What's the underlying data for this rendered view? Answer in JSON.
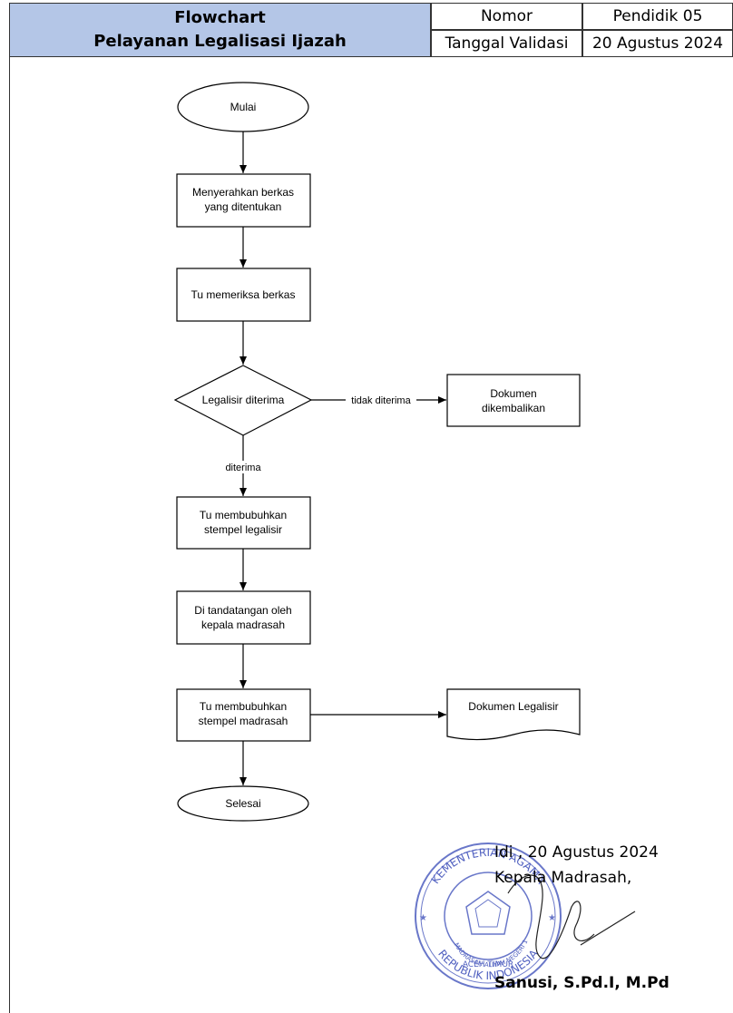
{
  "header": {
    "title_line1": "Flowchart",
    "title_line2": "Pelayanan Legalisasi Ijazah",
    "nomor_label": "Nomor",
    "nomor_value": "Pendidik 05",
    "tanggal_label": "Tanggal Validasi",
    "tanggal_value": "20 Agustus 2024"
  },
  "flowchart": {
    "start": "Mulai",
    "step1": [
      "Menyerahkan berkas",
      "yang ditentukan"
    ],
    "step2": "Tu memeriksa berkas",
    "decision": "Legalisir diterima",
    "edge_no": "tidak diterima",
    "reject": [
      "Dokumen",
      "dikembalikan"
    ],
    "edge_yes": "diterima",
    "step3": [
      "Tu membubuhkan",
      "stempel legalisir"
    ],
    "step4": [
      "Di tandatangan oleh",
      "kepala madrasah"
    ],
    "step5": [
      "Tu membubuhkan",
      "stempel madrasah"
    ],
    "output": "Dokumen Legalisir",
    "end": "Selesai"
  },
  "signature": {
    "place_date": "Idi , 20 Agustus 2024",
    "role": "Kepala Madrasah,",
    "name": "Sanusi, S.Pd.I, M.Pd"
  },
  "stamp": {
    "text_top": "KEMENTERIAN AGAMA",
    "text_bottom": "REPUBLIK INDONESIA",
    "text_inner1": "MADRASAH ALIYAH NEGERI 1",
    "text_inner2": "ACEH TIMUR",
    "color": "#5060c0"
  }
}
